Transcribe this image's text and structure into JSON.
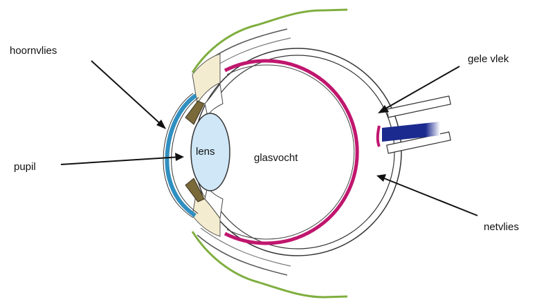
{
  "labels": {
    "cornea": "hoornvlies",
    "pupil": "pupil",
    "lens": "lens",
    "vitreous": "glasvocht",
    "macula": "gele vlek",
    "retina": "netvlies"
  },
  "colors": {
    "cornea": "#2f8fc0",
    "retina": "#c0166e",
    "optic_nerve": "#1b2a8f",
    "lens_fill": "#cfe7f7",
    "iris": "#7a6a3a",
    "eyelid": "#7fae3e",
    "sclera_tan": "#f4ecd0"
  }
}
